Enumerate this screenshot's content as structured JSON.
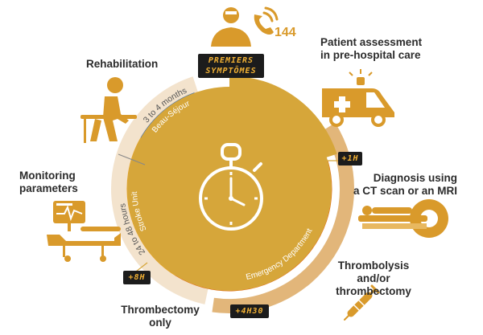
{
  "colors": {
    "gold": "#d6a63a",
    "amber": "#e8a324",
    "orange": "#e0620a",
    "blue": "#2f67b2",
    "beige": "#f3e3cd",
    "tan": "#e2b67a",
    "dark": "#1c1c1c",
    "icon": "#d99a2b"
  },
  "header": {
    "sign_line1": "PREMIERS",
    "sign_line2": "SYMPTÔMES",
    "phone_number": "144"
  },
  "labels": {
    "patient_assessment": "Patient assessment\nin pre-hospital care",
    "diagnosis": "Diagnosis using\na CT scan or an MRI",
    "thrombolysis": "Thrombolysis and/or\nthrombectomy",
    "thrombectomy_only": "Thrombectomy\nonly",
    "monitoring": "Monitoring\nparameters",
    "rehabilitation": "Rehabilitation"
  },
  "timers": {
    "t1": "+1H",
    "t2": "+4H30",
    "t3": "+8H"
  },
  "ring": {
    "emergency": "Emergency Department",
    "stroke": "Stroke Unit",
    "beau": "Beau-Séjour",
    "duration_hours": "24 to 48 hours",
    "duration_months": "3 to 4 months"
  },
  "icons": [
    "doctor-icon",
    "phone-icon",
    "ambulance-icon",
    "ct-scanner-icon",
    "syringe-icon",
    "monitor-bed-icon",
    "rehab-person-icon",
    "stopwatch-icon"
  ]
}
